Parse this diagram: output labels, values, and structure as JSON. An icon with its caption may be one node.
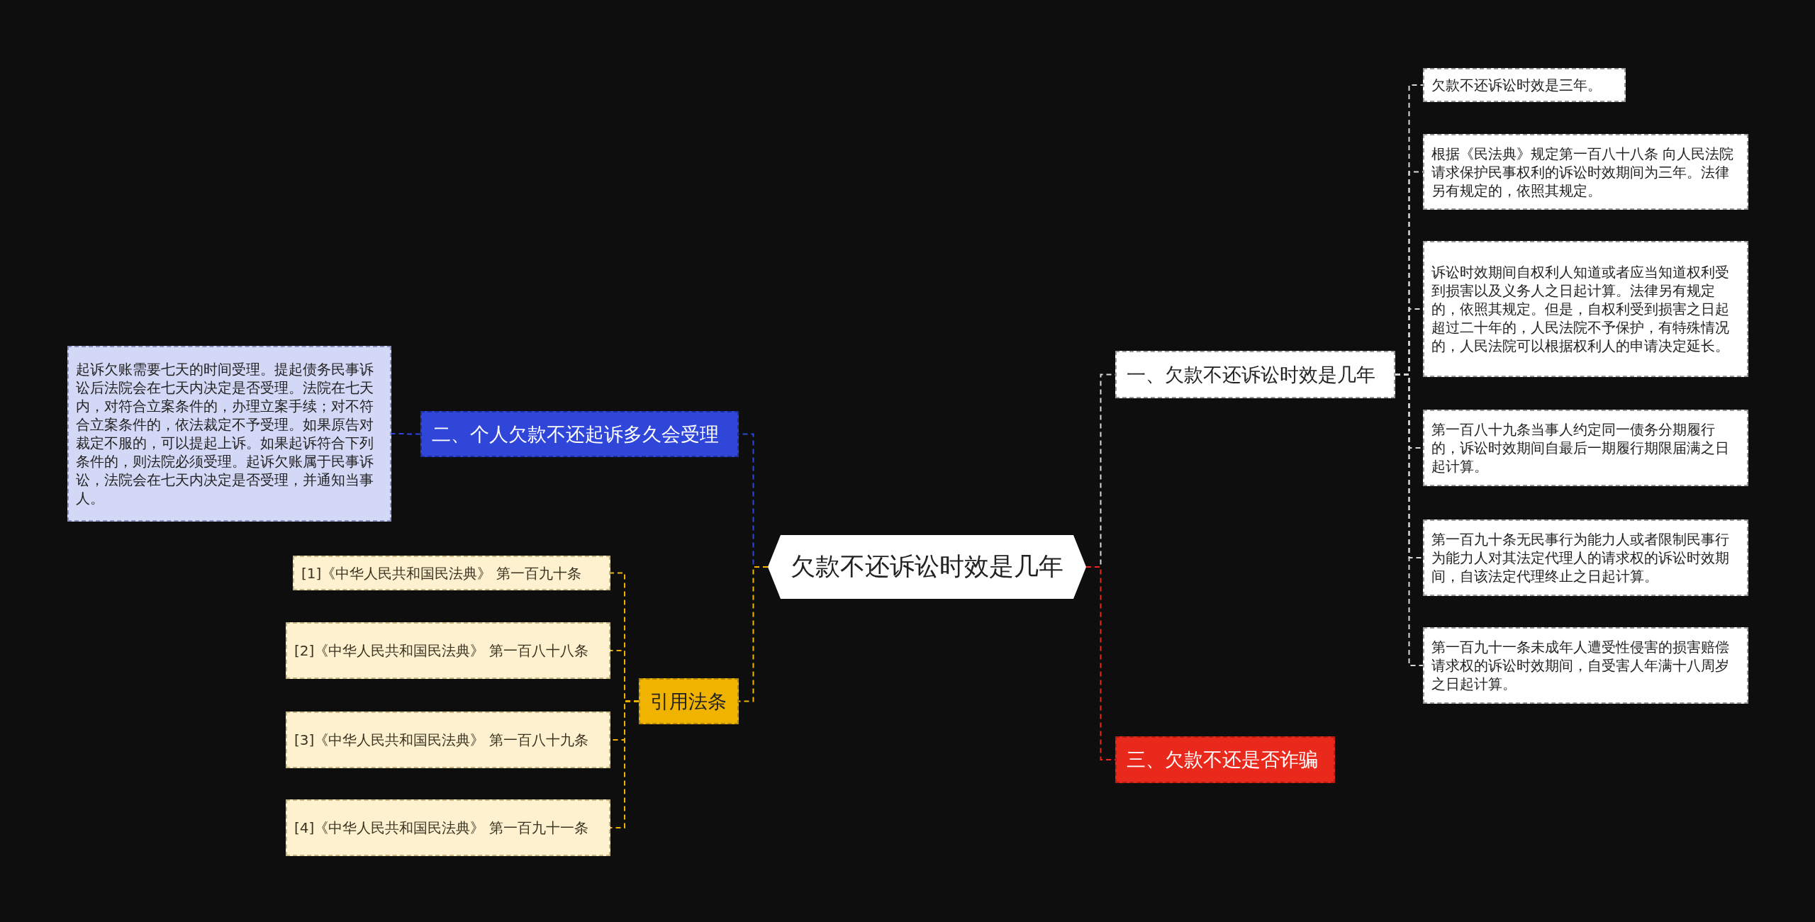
{
  "diagram": {
    "nodes": [
      {
        "text": [
          "欠款不还诉讼时效是几年"
        ]
      },
      {
        "text": [
          "一、欠款不还诉讼时效是几年"
        ]
      },
      {
        "text": [
          "欠款不还诉讼时效是三年。"
        ]
      },
      {
        "text": [
          "根据《民法典》规定第一百八十八条 向人民法院请求保护民事权利的诉讼时效期间为三年。法律另有规定的，依照其规定。"
        ]
      },
      {
        "text": [
          "诉讼时效期间自权利人知道或者应当知道权利受到损害以及义务人之日起计算。法律另有规定的，依照其规定。但是，自权利受到损害之日起超过二十年的，人民法院不予保护，有特殊情况的，人民法院可以根据权利人的申请决定延长。"
        ]
      },
      {
        "text": [
          "第一百八十九条当事人约定同一债务分期履行的，诉讼时效期间自最后一期履行期限届满之日起计算。"
        ]
      },
      {
        "text": [
          "第一百九十条无民事行为能力人或者限制民事行为能力人对其法定代理人的请求权的诉讼时效期间，自该法定代理终止之日起计算。"
        ]
      },
      {
        "text": [
          "第一百九十一条未成年人遭受性侵害的损害赔偿请求权的诉讼时效期间，自受害人年满十八周岁之日起计算。"
        ]
      },
      {
        "text": [
          "三、欠款不还是否诈骗"
        ]
      },
      {
        "text": [
          "二、个人欠款不还起诉多久会受理"
        ]
      },
      {
        "text": [
          "起诉欠账需要七天的时间受理。提起债务民事诉讼后法院会在七天内决定是否受理。法院在七天内，对符合立案条件的，办理立案手续；对不符合立案条件的，依法裁定不予受理。如果原告对裁定不服的，可以提起上诉。如果起诉符合下列条件的，则法院必须受理。起诉欠账属于民事诉讼，法院会在七天内决定是否受理，并通知当事人。"
        ]
      },
      {
        "text": [
          "引用法条"
        ]
      },
      {
        "text": [
          "[1]《中华人民共和国民法典》 第一百九十条"
        ]
      },
      {
        "text": [
          "[2]《中华人民共和国民法典》 第一百八十八条"
        ]
      },
      {
        "text": [
          "[3]《中华人民共和国民法典》 第一百八十九条"
        ]
      },
      {
        "text": [
          "[4]《中华人民共和国民法典》 第一百九十一条"
        ]
      }
    ],
    "edges": [
      {
        "from": 0,
        "to": 1,
        "arrow": "none",
        "style": "dashed"
      },
      {
        "from": 1,
        "to": 2,
        "arrow": "none",
        "style": "dashed"
      },
      {
        "from": 1,
        "to": 3,
        "arrow": "none",
        "style": "dashed"
      },
      {
        "from": 1,
        "to": 4,
        "arrow": "none",
        "style": "dashed"
      },
      {
        "from": 1,
        "to": 5,
        "arrow": "none",
        "style": "dashed"
      },
      {
        "from": 1,
        "to": 6,
        "arrow": "none",
        "style": "dashed"
      },
      {
        "from": 1,
        "to": 7,
        "arrow": "none",
        "style": "dashed"
      },
      {
        "from": 0,
        "to": 8,
        "arrow": "none",
        "style": "dashed",
        "color": "#e8291c"
      },
      {
        "from": 0,
        "to": 9,
        "arrow": "none",
        "style": "dashed",
        "color": "#2f46d9"
      },
      {
        "from": 9,
        "to": 10,
        "arrow": "none",
        "style": "dashed",
        "color": "#2f46d9"
      },
      {
        "from": 0,
        "to": 11,
        "arrow": "none",
        "style": "dashed",
        "color": "#f0b400"
      },
      {
        "from": 11,
        "to": 12,
        "arrow": "none",
        "style": "dashed",
        "color": "#f0b400"
      },
      {
        "from": 11,
        "to": 13,
        "arrow": "none",
        "style": "dashed",
        "color": "#f0b400"
      },
      {
        "from": 11,
        "to": 14,
        "arrow": "none",
        "style": "dashed",
        "color": "#f0b400"
      },
      {
        "from": 11,
        "to": 15,
        "arrow": "none",
        "style": "dashed",
        "color": "#f0b400"
      }
    ]
  }
}
